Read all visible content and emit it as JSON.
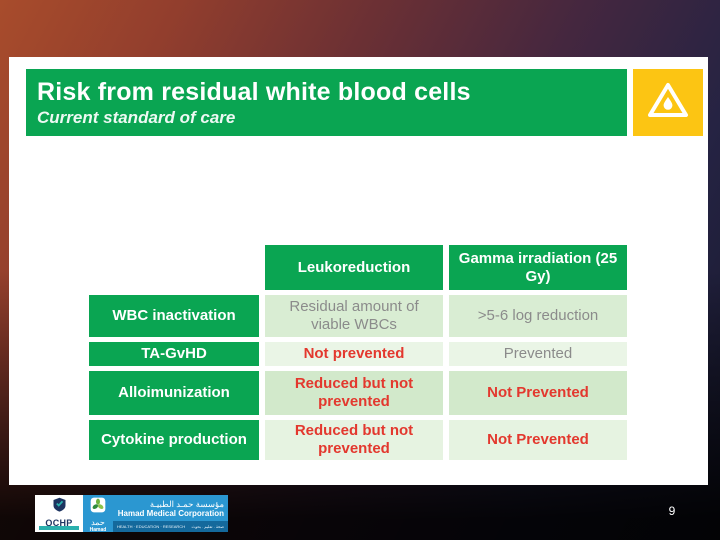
{
  "slide": {
    "title": "Risk from residual white blood cells",
    "subtitle": "Current standard of care",
    "page_number": "9"
  },
  "table": {
    "col_headers": [
      "Leukoreduction",
      "Gamma irradiation (25 Gy)"
    ],
    "rows": [
      {
        "label": "WBC inactivation",
        "cells": [
          {
            "text": "Residual amount of viable WBCs",
            "style": "muted"
          },
          {
            "text": ">5-6 log reduction",
            "style": "muted"
          }
        ]
      },
      {
        "label": "TA-GvHD",
        "cells": [
          {
            "text": "Not prevented",
            "style": "negative"
          },
          {
            "text": "Prevented",
            "style": "muted"
          }
        ]
      },
      {
        "label": "Alloimunization",
        "cells": [
          {
            "text": "Reduced but not prevented",
            "style": "negative"
          },
          {
            "text": "Not Prevented",
            "style": "negative"
          }
        ]
      },
      {
        "label": "Cytokine production",
        "cells": [
          {
            "text": "Reduced but not prevented",
            "style": "negative"
          },
          {
            "text": "Not Prevented",
            "style": "negative"
          }
        ]
      }
    ]
  },
  "footer": {
    "qchp_label": "QCHP",
    "hamad_arabic": "حمد",
    "hamad_label": "Hamad",
    "org_arabic": "مؤسسة حمـد الطبيـة",
    "org_english": "Hamad Medical Corporation",
    "tagline_english": "HEALTH · EDUCATION · RESEARCH",
    "tagline_arabic": "صحة . تعليم . بحوث"
  },
  "colors": {
    "brand_green": "#0aa552",
    "warning_yellow": "#fcc513",
    "negative_red": "#e3382e",
    "muted_gray": "#8b8b8b",
    "row_band_light": "#eaf5e6",
    "row_band_dark": "#d9edd3",
    "footer_blue": "#2b97d1",
    "footer_blue_dark": "#14699c"
  }
}
